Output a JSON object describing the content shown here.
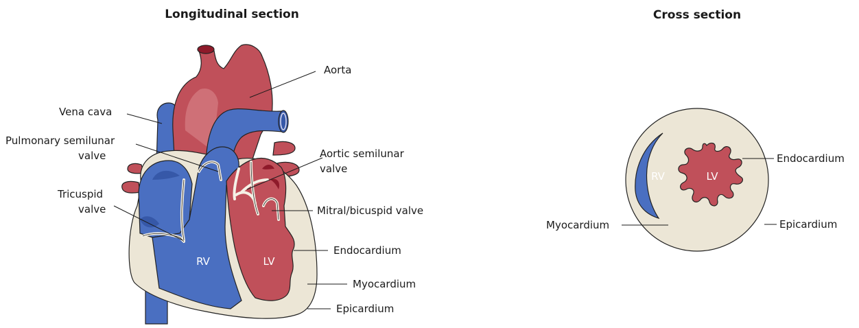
{
  "titles": {
    "longitudinal": "Longitudinal section",
    "cross": "Cross section"
  },
  "longitudinal_labels": {
    "aorta": "Aorta",
    "vena_cava": "Vena cava",
    "pulmonary_valve_1": "Pulmonary semilunar",
    "pulmonary_valve_2": "valve",
    "aortic_valve_1": "Aortic semilunar",
    "aortic_valve_2": "valve",
    "tricuspid_1": "Tricuspid",
    "tricuspid_2": "valve",
    "mitral": "Mitral/bicuspid valve",
    "endocardium": "Endocardium",
    "myocardium": "Myocardium",
    "epicardium": "Epicardium",
    "rv": "RV",
    "lv": "LV"
  },
  "cross_labels": {
    "endocardium": "Endocardium",
    "myocardium": "Myocardium",
    "epicardium": "Epicardium",
    "rv": "RV",
    "lv": "LV"
  },
  "colors": {
    "blue": "#4a6fc1",
    "blue_dark": "#3658a8",
    "red": "#c0505a",
    "red_light": "#d8858a",
    "red_dark": "#8e1a2a",
    "wall": "#ece6d6"
  }
}
